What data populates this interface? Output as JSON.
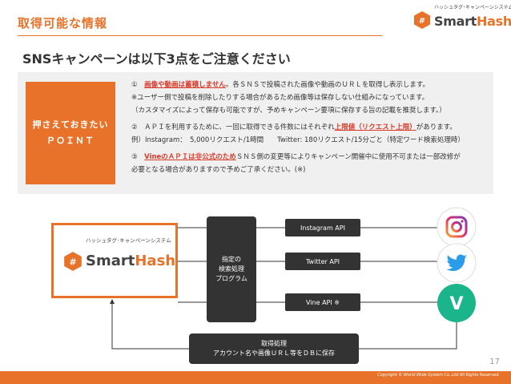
{
  "header": {
    "title": "取得可能な情報"
  },
  "logo": {
    "tagline": "ハッシュタグ･キャンペーンシステム",
    "word_main": "Smart",
    "word_accent": "Hash"
  },
  "subtitle": "SNSキャンペーンは以下3点をご注意ください",
  "point": {
    "label_line1": "押さえておきたい",
    "label_line2": "ＰＯＩＮＴ",
    "item1": {
      "num": "①",
      "highlight": "画像や動画は蓄積しません",
      "rest": "。各ＳＮＳで投稿された画像や動画のＵＲＬを取得し表示します。",
      "line2": "※ユーザー側で投稿を削除したりする場合があるため画像等は保存しない仕組みになっています。",
      "line3": "（カスタマイズによって保存も可能ですが、予めキャンペーン要項に保存する旨の記載を推奨します。）"
    },
    "item2": {
      "num": "②",
      "pre": "ＡＰＩを利用するために、一回に取得できる件数にはそれぞれ",
      "highlight": "上限値（リクエスト上限）",
      "post": "があります。",
      "line2": "例）Instagram：　5,000リクエスト/1時間　　Twitter: 180リクエスト/15分ごと（特定ワード検索処理時）"
    },
    "item3": {
      "num": "③",
      "highlight": "VineのＡＰＩは非公式のため",
      "rest": "ＳＮＳ側の変更等によりキャンペーン開催中に使用不可または一部改修が",
      "line2": "必要となる場合がありますので予めご了承ください。(※)"
    }
  },
  "diagram": {
    "program_line1": "指定の",
    "program_line2": "検索処理",
    "program_line3": "プログラム",
    "api_instagram": "Instagram API",
    "api_twitter": "Twitter API",
    "api_vine": "Vine API ※",
    "store_line1": "取得処理",
    "store_line2": "アカウント名や画像ＵＲＬ等をＤＢに保存",
    "icons": [
      "instagram-icon",
      "twitter-icon",
      "vine-icon"
    ]
  },
  "footer": {
    "page_number": "17",
    "copyright": "Copyright © World Wide System Co.,Ltd All Rights Reserved."
  },
  "colors": {
    "accent": "#e8722a",
    "dark": "#333333",
    "red": "#d83a2a",
    "box_bg": "#f0f0f0"
  }
}
